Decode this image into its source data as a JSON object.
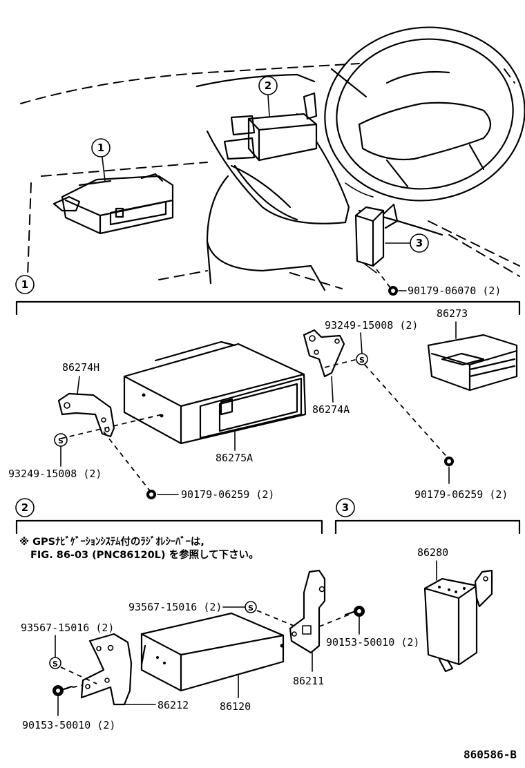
{
  "callouts": {
    "c1": "1",
    "c2": "2",
    "c3": "3"
  },
  "section_markers": {
    "s1": "1",
    "s2": "2",
    "s3": "3"
  },
  "parts": {
    "p_90179_06070": "90179-06070 (2)",
    "p_86273": "86273",
    "p_93249_15008_right": "93249-15008 (2)",
    "p_86274H": "86274H",
    "p_86274A": "86274A",
    "p_86275A": "86275A",
    "p_93249_15008_left": "93249-15008 (2)",
    "p_90179_06259_left": "90179-06259 (2)",
    "p_90179_06259_right": "90179-06259 (2)",
    "p_93567_15016_top": "93567-15016 (2)",
    "p_93567_15016_left": "93567-15016 (2)",
    "p_90153_50010_right": "90153-50010 (2)",
    "p_90153_50010_left": "90153-50010 (2)",
    "p_86211": "86211",
    "p_86212": "86212",
    "p_86120": "86120",
    "p_86280": "86280"
  },
  "note": {
    "line1": "※ GPSﾅﾋﾞｹﾞｰｼｮﾝｼｽﾃﾑ付のﾗｼﾞｵﾚｼｰﾊﾞｰは,",
    "line2": "FIG. 86-03 (PNC86120L) を参照して下さい。"
  },
  "fastener_symbol": "S",
  "figure_code": "860586-B"
}
